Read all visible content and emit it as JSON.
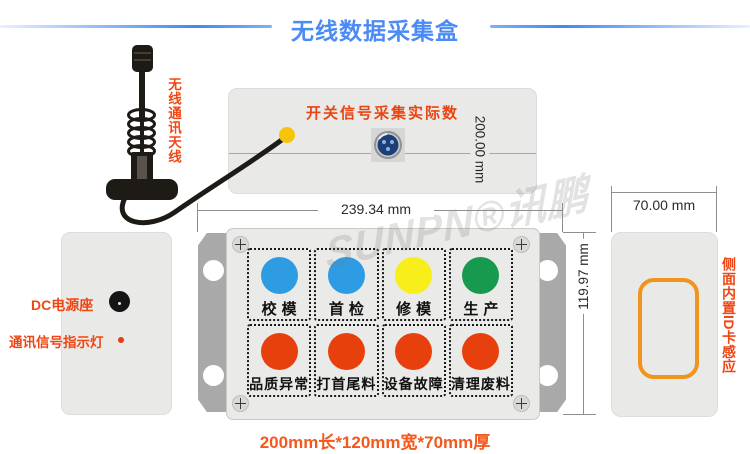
{
  "title": "无线数据采集盒",
  "watermark": "SUNPN®讯鹏",
  "antenna": {
    "label": "无线通讯天线"
  },
  "top_view": {
    "label": "开关信号采集实际数",
    "length_dim": "200.00 mm"
  },
  "front_view": {
    "width_dim": "239.34 mm",
    "height_dim": "119.97 mm",
    "buttons": [
      {
        "label": "校模",
        "color": "#2d9ce3"
      },
      {
        "label": "首检",
        "color": "#2d9ce3"
      },
      {
        "label": "修模",
        "color": "#f8ef1a"
      },
      {
        "label": "生产",
        "color": "#17994e"
      },
      {
        "label": "品质异常",
        "color": "#e8400d"
      },
      {
        "label": "打首尾料",
        "color": "#e8400d"
      },
      {
        "label": "设备故障",
        "color": "#e8400d"
      },
      {
        "label": "清理废料",
        "color": "#e8400d"
      }
    ]
  },
  "back_view": {
    "dc_label": "DC电源座",
    "signal_label": "通讯信号指示灯"
  },
  "side_view": {
    "width_dim": "70.00 mm",
    "label": "侧面内置ID卡感应"
  },
  "footer": "200mm长*120mm宽*70mm厚",
  "colors": {
    "accent_blue": "#4b8bf5",
    "label_red": "#ee4715",
    "id_zone_orange": "#f0941e",
    "cable_connector_yellow": "#f6c50a"
  }
}
